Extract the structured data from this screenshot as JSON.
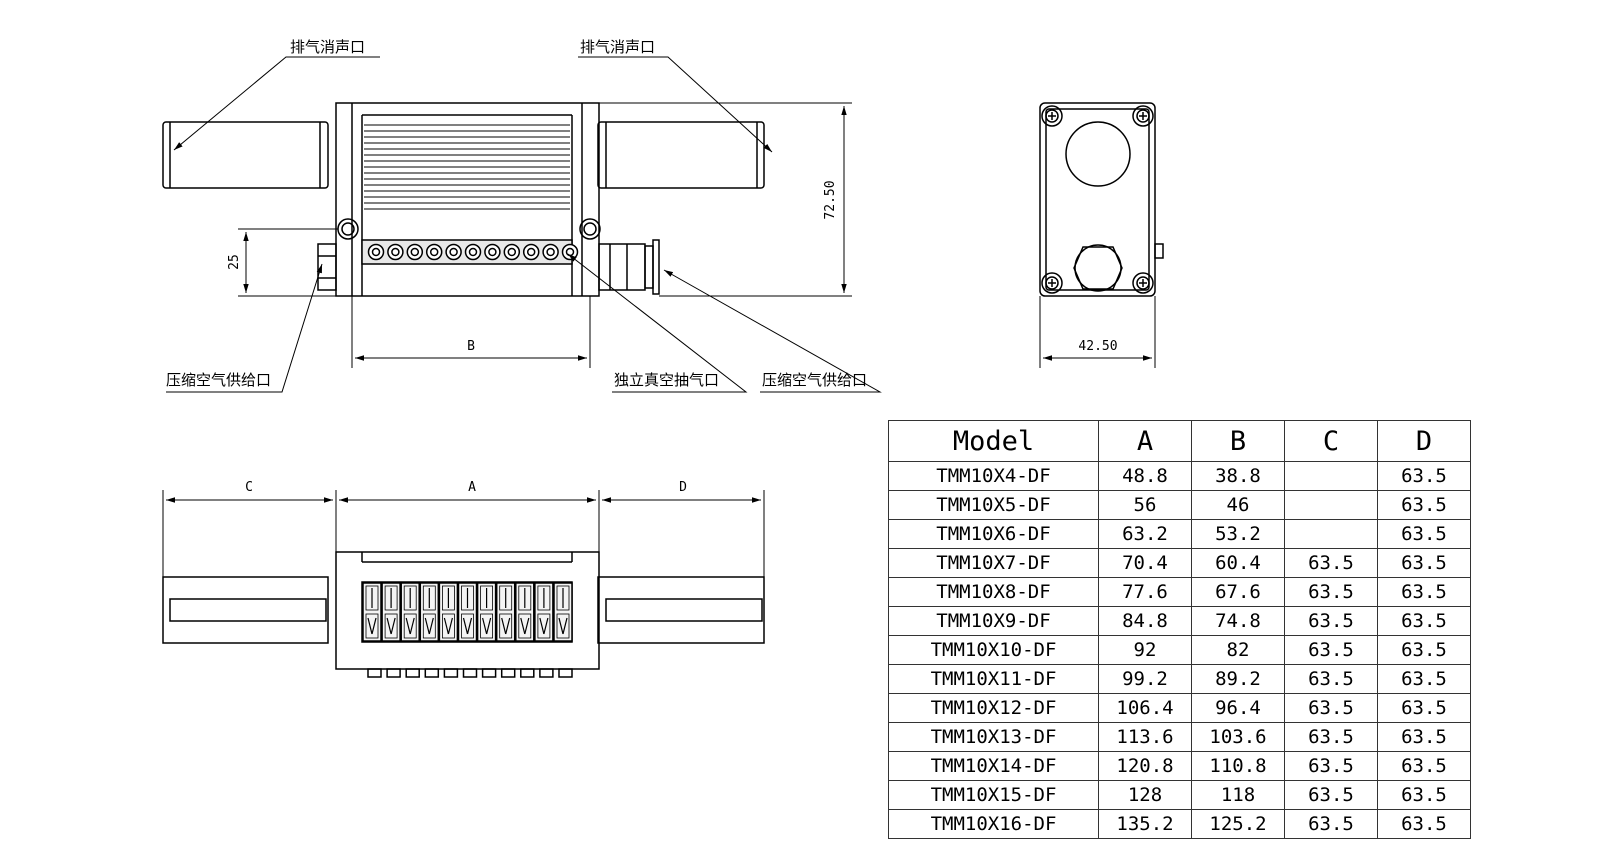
{
  "callouts": {
    "exhaust_left": "排气消声口",
    "exhaust_right": "排气消声口",
    "supply_left": "压缩空气供给口",
    "supply_right": "压缩空气供给口",
    "vacuum": "独立真空抽气口"
  },
  "dimensions": {
    "height_total": "72.50",
    "height_port": "25",
    "width_b": "B",
    "width_side": "42.50",
    "width_c": "C",
    "width_a": "A",
    "width_d": "D"
  },
  "table": {
    "headers": [
      "Model",
      "A",
      "B",
      "C",
      "D"
    ],
    "rows": [
      [
        "TMM10X4-DF",
        "48.8",
        "38.8",
        "",
        "63.5"
      ],
      [
        "TMM10X5-DF",
        "56",
        "46",
        "",
        "63.5"
      ],
      [
        "TMM10X6-DF",
        "63.2",
        "53.2",
        "",
        "63.5"
      ],
      [
        "TMM10X7-DF",
        "70.4",
        "60.4",
        "63.5",
        "63.5"
      ],
      [
        "TMM10X8-DF",
        "77.6",
        "67.6",
        "63.5",
        "63.5"
      ],
      [
        "TMM10X9-DF",
        "84.8",
        "74.8",
        "63.5",
        "63.5"
      ],
      [
        "TMM10X10-DF",
        "92",
        "82",
        "63.5",
        "63.5"
      ],
      [
        "TMM10X11-DF",
        "99.2",
        "89.2",
        "63.5",
        "63.5"
      ],
      [
        "TMM10X12-DF",
        "106.4",
        "96.4",
        "63.5",
        "63.5"
      ],
      [
        "TMM10X13-DF",
        "113.6",
        "103.6",
        "63.5",
        "63.5"
      ],
      [
        "TMM10X14-DF",
        "120.8",
        "110.8",
        "63.5",
        "63.5"
      ],
      [
        "TMM10X15-DF",
        "128",
        "118",
        "63.5",
        "63.5"
      ],
      [
        "TMM10X16-DF",
        "135.2",
        "125.2",
        "63.5",
        "63.5"
      ]
    ]
  }
}
